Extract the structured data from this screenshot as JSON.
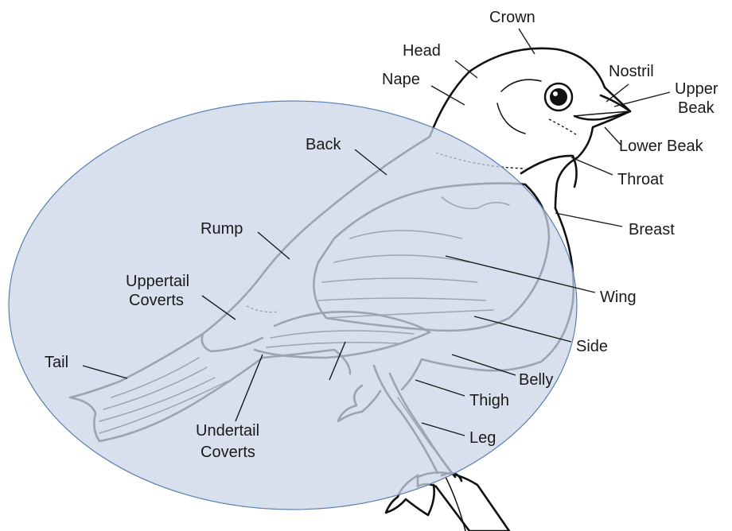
{
  "colors": {
    "overlay_fill": "#c9d6e6",
    "overlay_stroke": "#5a7fb0",
    "ink": "#111111"
  },
  "labels": {
    "crown": "Crown",
    "head": "Head",
    "nape": "Nape",
    "nostril": "Nostril",
    "upper_beak_1": "Upper",
    "upper_beak_2": "Beak",
    "lower_beak": "Lower Beak",
    "throat": "Throat",
    "breast": "Breast",
    "back": "Back",
    "rump": "Rump",
    "uppertail_coverts_1": "Uppertail",
    "uppertail_coverts_2": "Coverts",
    "wing": "Wing",
    "side": "Side",
    "belly": "Belly",
    "tail": "Tail",
    "thigh": "Thigh",
    "leg": "Leg",
    "undertail_coverts_1": "Undertail",
    "undertail_coverts_2": "Coverts"
  }
}
